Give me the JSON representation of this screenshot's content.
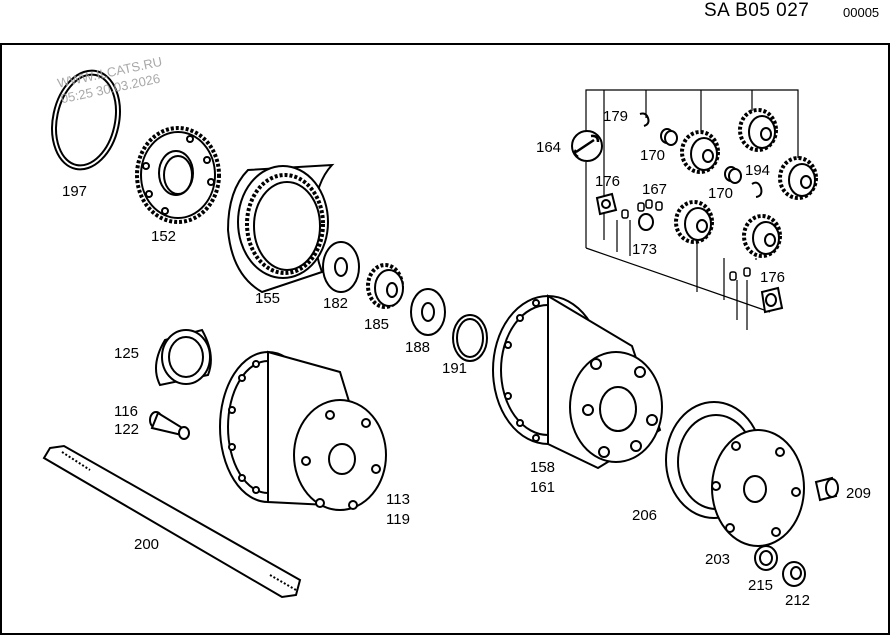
{
  "header": {
    "code": "SA B05 027",
    "number": "00005"
  },
  "watermark": {
    "line1": "WWW.ILCATS.RU",
    "line2": "05:25 30.03.2026"
  },
  "callouts": {
    "c197": "197",
    "c152": "152",
    "c155": "155",
    "c182": "182",
    "c185": "185",
    "c188": "188",
    "c191": "191",
    "c164": "164",
    "c179": "179",
    "c170a": "170",
    "c170b": "170",
    "c194": "194",
    "c176a": "176",
    "c167": "167",
    "c173": "173",
    "c176b": "176",
    "c125": "125",
    "c116": "116",
    "c122": "122",
    "c200": "200",
    "c113": "113",
    "c119": "119",
    "c158": "158",
    "c161": "161",
    "c206": "206",
    "c209": "209",
    "c203": "203",
    "c215": "215",
    "c212": "212"
  }
}
